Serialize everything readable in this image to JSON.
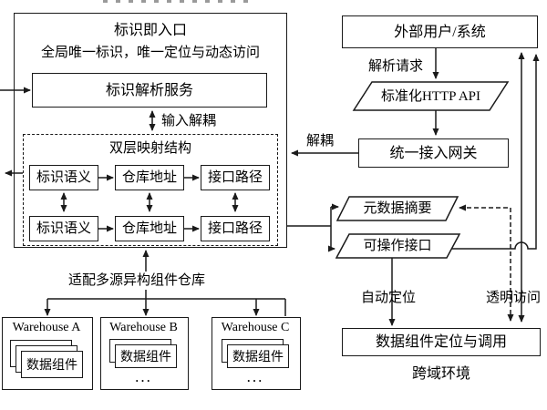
{
  "diagram": {
    "left_panel": {
      "title": "标识即入口",
      "subtitle": "全局唯一标识，唯一定位与动态访问",
      "resolve_service": "标识解析服务",
      "input_decouple_label": "输入解耦",
      "mapping": {
        "title": "双层映射结构",
        "rows": [
          {
            "semantic": "标识语义",
            "address": "仓库地址",
            "path": "接口路径"
          },
          {
            "semantic": "标识语义",
            "address": "仓库地址",
            "path": "接口路径"
          }
        ]
      },
      "adapt_label": "适配多源异构组件仓库"
    },
    "warehouses": [
      {
        "name": "Warehouse A",
        "card": "数据组件",
        "more": ""
      },
      {
        "name": "Warehouse B",
        "card": "数据组件",
        "more": "..."
      },
      {
        "name": "Warehouse C",
        "card": "数据组件",
        "more": "..."
      }
    ],
    "right_panel": {
      "external_system": "外部用户/系统",
      "request_label": "解析请求",
      "api": "标准化HTTP API",
      "gateway": "统一接入网关",
      "decouple_label": "解耦",
      "metadata_summary": "元数据摘要",
      "operable_interface": "可操作接口",
      "auto_locate_label": "自动定位",
      "transparent_label": "透明访问",
      "locate_invoke": "数据组件定位与调用",
      "cross_domain_label": "跨域环境"
    },
    "colors": {
      "line": "#1a1a1a",
      "text": "#000000",
      "background": "#ffffff"
    }
  }
}
